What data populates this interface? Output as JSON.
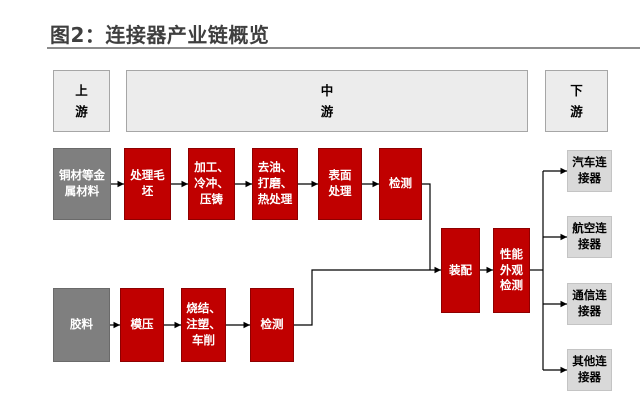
{
  "title": "图2：连接器产业链概览",
  "headers": {
    "upstream": "上游",
    "midstream": "中游",
    "downstream": "下游"
  },
  "upstream": {
    "metal": "铜材等金属材料",
    "rubber": "胶料"
  },
  "metal_chain": [
    "处理毛坯",
    "加工、冷冲、压铸",
    "去油、打磨、热处理",
    "表面处理",
    "检测"
  ],
  "rubber_chain": [
    "模压",
    "烧结、注塑、车削",
    "检测"
  ],
  "assembly": "装配",
  "inspection": "性能外观检测",
  "downstream": [
    "汽车连接器",
    "航空连接器",
    "通信连接器",
    "其他连接器"
  ],
  "colors": {
    "red": "#c00000",
    "dark_gray": "#7f7f7f",
    "light_gray": "#d9d9d9",
    "header_bg": "#ececec"
  }
}
